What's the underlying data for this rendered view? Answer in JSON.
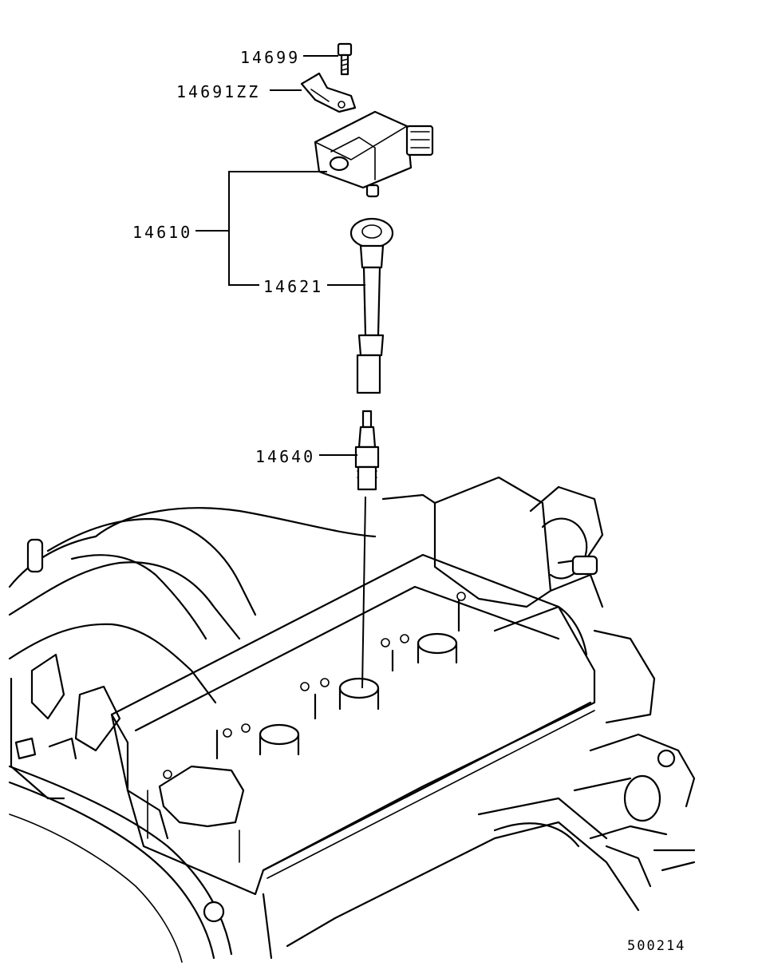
{
  "callouts": {
    "bolt": "14699",
    "bracket": "14691ZZ",
    "coil_assembly": "14610",
    "coil_rod": "14621",
    "spark_plug": "14640"
  },
  "figure_code": "500214"
}
